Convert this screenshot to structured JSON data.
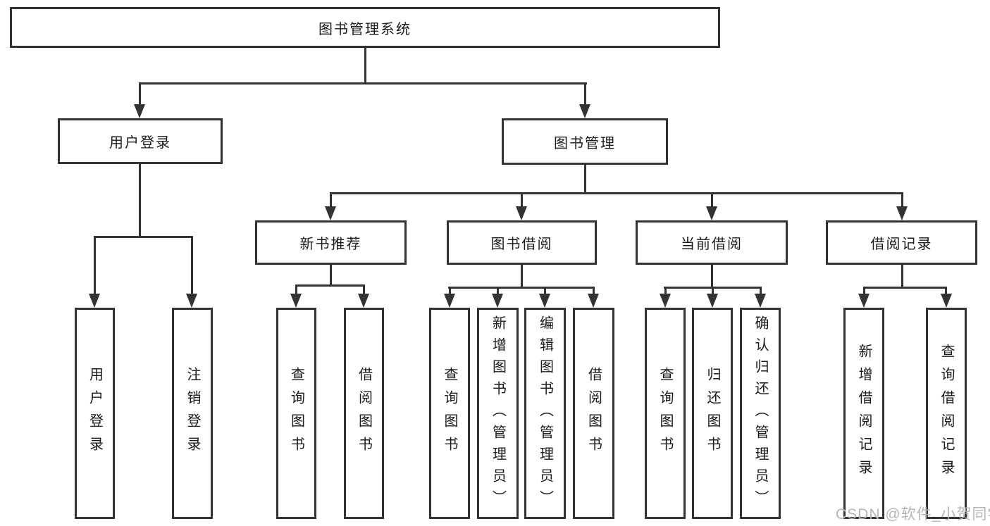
{
  "title": {
    "label": "图书管理系统"
  },
  "nodes": {
    "user_login": "用户登录",
    "book_management": "图书管理",
    "new_book_recommend": "新书推荐",
    "book_borrow": "图书借阅",
    "current_borrow": "当前借阅",
    "borrow_records": "借阅记录"
  },
  "leaves": {
    "user_login": [
      "用户登录",
      "注销登录"
    ],
    "new_book_recommend": [
      "查询图书",
      "借阅图书"
    ],
    "book_borrow": [
      "查询图书",
      "新增图书（管理员）",
      "编辑图书（管理员）",
      "借阅图书"
    ],
    "current_borrow": [
      "查询图书",
      "归还图书",
      "确认归还（管理员）"
    ],
    "borrow_records": [
      "新增借阅记录",
      "查询借阅记录"
    ]
  },
  "watermark": "CSDN @软件_小贺同学",
  "colors": {
    "line": "#333333",
    "text": "#1a1a1a",
    "watermark": "#b5b5b5",
    "background": "#ffffff"
  }
}
